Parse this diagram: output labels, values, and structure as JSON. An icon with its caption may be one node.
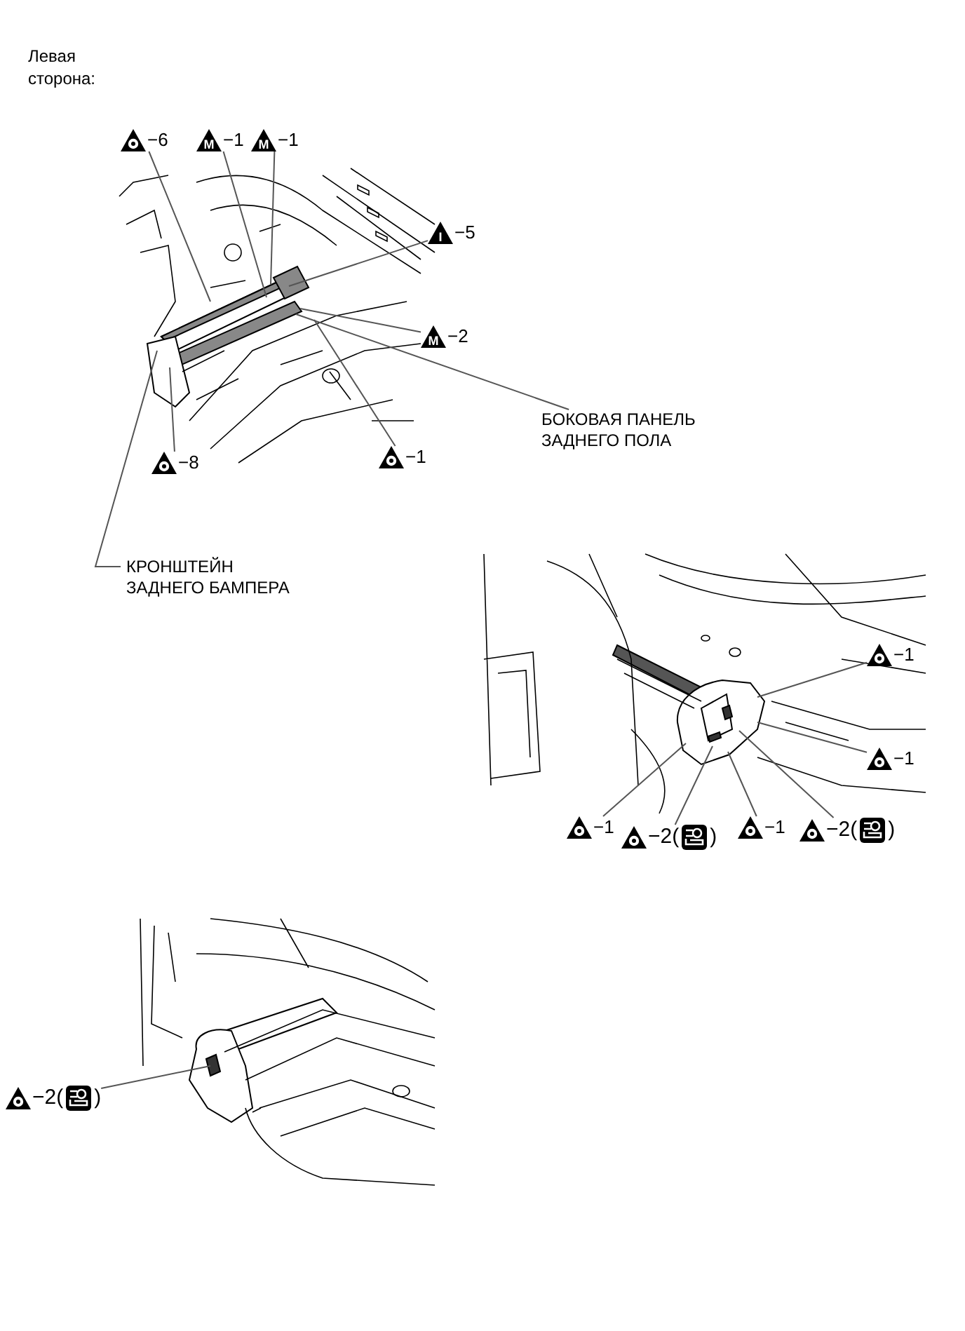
{
  "diagram": {
    "nodes": [
      {
        "text": [
          "−6"
        ]
      },
      {
        "text": [
          "M",
          "−1"
        ]
      },
      {
        "text": [
          "M",
          "−1"
        ]
      },
      {
        "text": [
          "I",
          "−5"
        ]
      },
      {
        "text": [
          "M",
          "−2"
        ]
      },
      {
        "text": [
          "−1"
        ]
      },
      {
        "text": [
          "−8"
        ]
      },
      {
        "text": [
          "БОКОВАЯ ПАНЕЛЬ ЗАДНЕГО ПОЛА"
        ]
      },
      {
        "text": [
          "КРОНШТЕЙН ЗАДНЕГО БАМПЕРА"
        ]
      },
      {
        "text": [
          "−1"
        ]
      },
      {
        "text": [
          "−1"
        ]
      },
      {
        "text": [
          "−1"
        ]
      },
      {
        "text": [
          "−2("
        ],
        "beside": [
          ")"
        ]
      },
      {
        "text": [
          "−1"
        ]
      },
      {
        "text": [
          "−2("
        ],
        "beside": [
          ")"
        ]
      },
      {
        "text": [
          "−2("
        ],
        "beside": [
          ")"
        ]
      }
    ],
    "edges": [
      {
        "from": 0,
        "to": null,
        "arrow": "none"
      },
      {
        "from": 1,
        "to": null,
        "arrow": "none"
      },
      {
        "from": 2,
        "to": null,
        "arrow": "none"
      },
      {
        "from": 3,
        "to": null,
        "arrow": "none"
      },
      {
        "from": 4,
        "to": null,
        "arrow": "none"
      },
      {
        "from": 5,
        "to": null,
        "arrow": "none"
      },
      {
        "from": 6,
        "to": null,
        "arrow": "none"
      },
      {
        "from": 7,
        "to": null,
        "arrow": "none"
      },
      {
        "from": 8,
        "to": null,
        "arrow": "none"
      },
      {
        "from": 9,
        "to": null,
        "arrow": "none"
      },
      {
        "from": 10,
        "to": null,
        "arrow": "none"
      },
      {
        "from": 11,
        "to": null,
        "arrow": "none"
      },
      {
        "from": 12,
        "to": null,
        "arrow": "none"
      },
      {
        "from": 13,
        "to": null,
        "arrow": "none"
      },
      {
        "from": 14,
        "to": null,
        "arrow": "none"
      },
      {
        "from": 15,
        "to": null,
        "arrow": "none"
      }
    ],
    "labels": [
      "Левая сторона:"
    ]
  }
}
